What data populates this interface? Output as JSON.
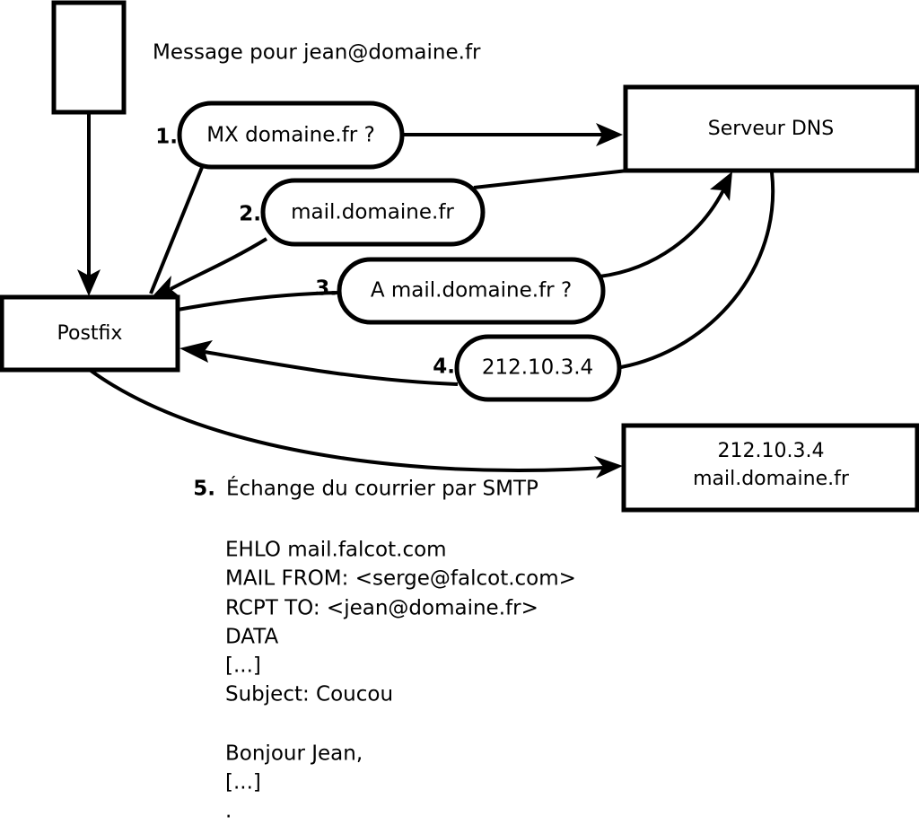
{
  "diagram": {
    "title_caption": "Message pour jean@domaine.fr",
    "nodes": {
      "mua": {
        "label": ""
      },
      "postfix": {
        "label": "Postfix"
      },
      "dns": {
        "label": "Serveur DNS"
      },
      "remote_mx": {
        "line1": "212.10.3.4",
        "line2": "mail.domaine.fr"
      }
    },
    "steps": [
      {
        "num": "1.",
        "bubble": "MX domaine.fr ?"
      },
      {
        "num": "2.",
        "bubble": "mail.domaine.fr"
      },
      {
        "num": "3.",
        "bubble": "A mail.domaine.fr ?"
      },
      {
        "num": "4.",
        "bubble": "212.10.3.4"
      },
      {
        "num": "5.",
        "caption": "Échange du courrier par SMTP"
      }
    ],
    "smtp_transcript": [
      "EHLO mail.falcot.com",
      "MAIL FROM: <serge@falcot.com>",
      "RCPT TO: <jean@domaine.fr>",
      "DATA",
      "[...]",
      "Subject: Coucou",
      "",
      "Bonjour Jean,",
      "[...]",
      "",
      "."
    ],
    "colors": {
      "stroke": "#000000",
      "fill": "#ffffff",
      "text": "#000000"
    }
  }
}
